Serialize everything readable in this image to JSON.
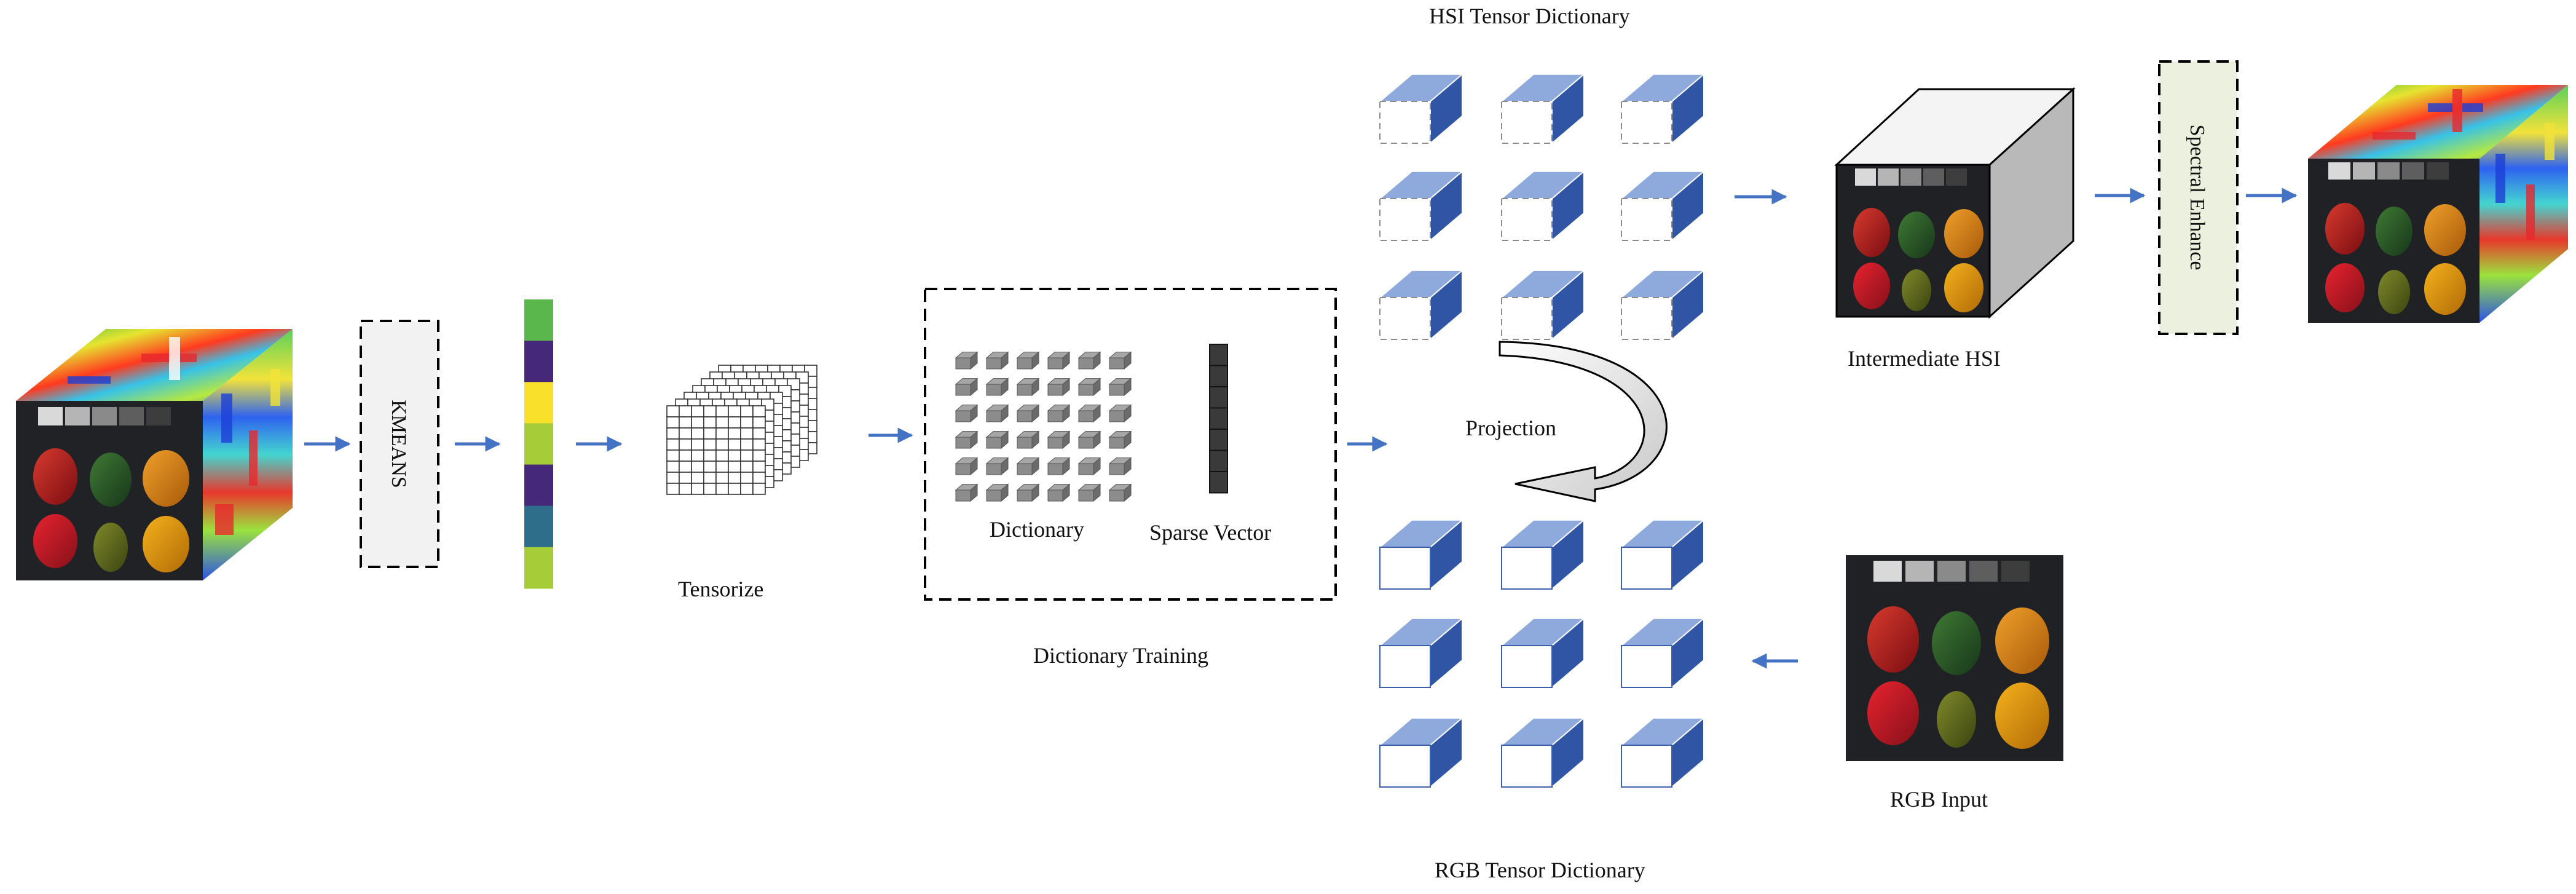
{
  "labels": {
    "kmeans": "KMEANS",
    "tensorize": "Tensorize",
    "dictionary": "Dictionary",
    "sparse_vector": "Sparse Vector",
    "dictionary_training": "Dictionary Training",
    "hsi_tensor_dictionary": "HSI Tensor Dictionary",
    "projection": "Projection",
    "rgb_tensor_dictionary": "RGB Tensor Dictionary",
    "intermediate_hsi": "Intermediate HSI",
    "spectral_enhance": "Spectral Enhance",
    "rgb_input": "RGB Input"
  },
  "cluster_bar_colors": [
    "#5AB74C",
    "#46287A",
    "#F9E02B",
    "#A6CC37",
    "#46287A",
    "#2F6D8D",
    "#A6CC37"
  ],
  "icons": {
    "input_hsi": "hyperspectral-cube-icon",
    "output_hsi": "enhanced-hyperspectral-cube-icon",
    "intermediate_hsi": "gray-cube-icon",
    "rgb_input": "rgb-image-icon",
    "tensor": "tensor-grid-icon",
    "atom": "tensor-atom-icon",
    "projection": "curved-arrow-icon"
  },
  "colors": {
    "arrow": "#4472C4",
    "atom_top": "#8EA9DB",
    "atom_side": "#2F55A4",
    "spectral_enhance_fill": "#EBF1DE",
    "kmeans_fill": "#F2F2F2"
  }
}
